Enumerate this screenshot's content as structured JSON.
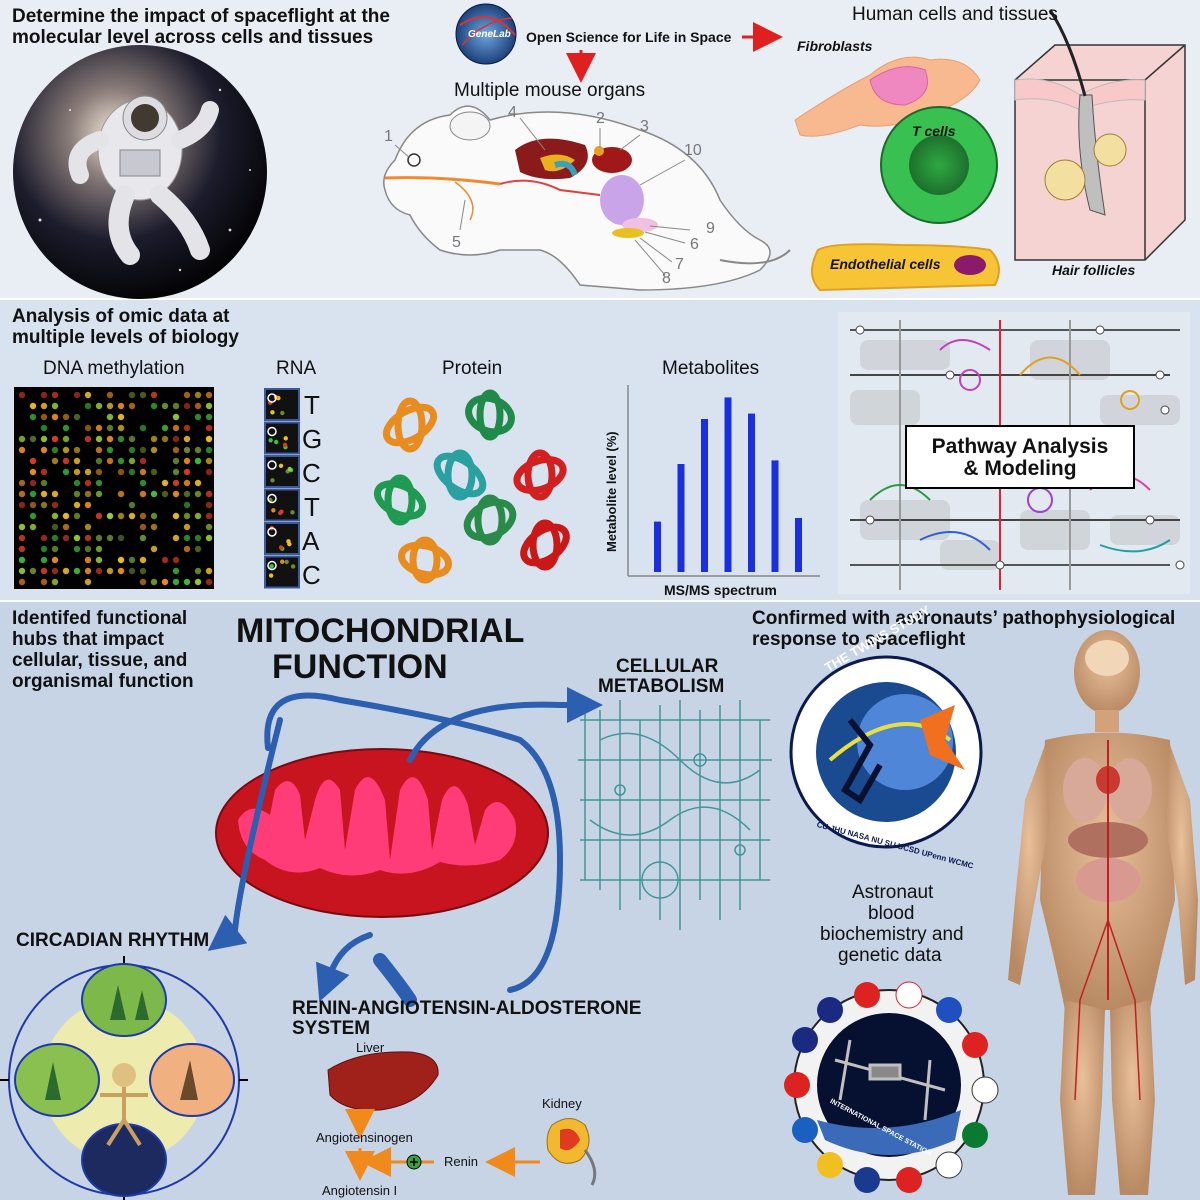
{
  "panel1": {
    "heading_line1": "Determine the impact of spaceflight at the",
    "heading_line2": "molecular level across cells and tissues",
    "genelab_logo": "GeneLab",
    "open_science": "Open Science for Life in Space",
    "mouse_title": "Multiple mouse organs",
    "organ_numbers": [
      "1",
      "2",
      "3",
      "4",
      "5",
      "6",
      "7",
      "8",
      "9",
      "10"
    ],
    "human_title": "Human cells and tissues",
    "fibroblasts": "Fibroblasts",
    "t_cells": "T cells",
    "endothelial": "Endothelial cells",
    "hair_follicles": "Hair follicles"
  },
  "panel2": {
    "heading_line1": "Analysis of omic data at",
    "heading_line2": "multiple levels of biology",
    "dna_title": "DNA methylation",
    "rna_title": "RNA",
    "rna_letters": [
      "T",
      "G",
      "C",
      "T",
      "A",
      "C"
    ],
    "protein_title": "Protein",
    "metabolites_title": "Metabolites",
    "metab_ylabel": "Metabolite level (%)",
    "metab_xlabel": "MS/MS spectrum",
    "metab_bars": [
      0.28,
      0.6,
      0.85,
      0.97,
      0.88,
      0.62,
      0.3
    ],
    "pathway_line1": "Pathway Analysis",
    "pathway_line2": "& Modeling"
  },
  "panel3": {
    "heading_lines": [
      "Identifed functional",
      "hubs that impact",
      "cellular, tissue, and",
      "organismal function"
    ],
    "mito_line1": "MITOCHONDRIAL",
    "mito_line2": "FUNCTION",
    "cell_metab_line1": "CELLULAR",
    "cell_metab_line2": "METABOLISM",
    "circadian": "CIRCADIAN RHYTHM",
    "raas_line1": "RENIN-ANGIOTENSIN-ALDOSTERONE",
    "raas_line2": "SYSTEM",
    "liver": "Liver",
    "angiotensinogen": "Angiotensinogen",
    "renin": "Renin",
    "kidney": "Kidney",
    "angiotensin1": "Angiotensin I",
    "confirmed_line1": "Confirmed with astronauts’ pathophysiological",
    "confirmed_line2": "response to spaceflight",
    "twins_title": "THE TWINS STUDY",
    "twins_partners": "CU JHU NASA NU SU UCSD UPenn WCMC",
    "blood_lines": [
      "Astronaut",
      "blood",
      "biochemistry and",
      "genetic data"
    ],
    "iss_text": "INTERNATIONAL SPACE STATION"
  },
  "colors": {
    "arrow_red": "#e02020",
    "arrow_blue": "#2c5fb0",
    "arrow_orange": "#f08a1c",
    "mito_red": "#c8141e",
    "mito_pink": "#ff3c78",
    "bar_blue": "#1a2fe0"
  }
}
